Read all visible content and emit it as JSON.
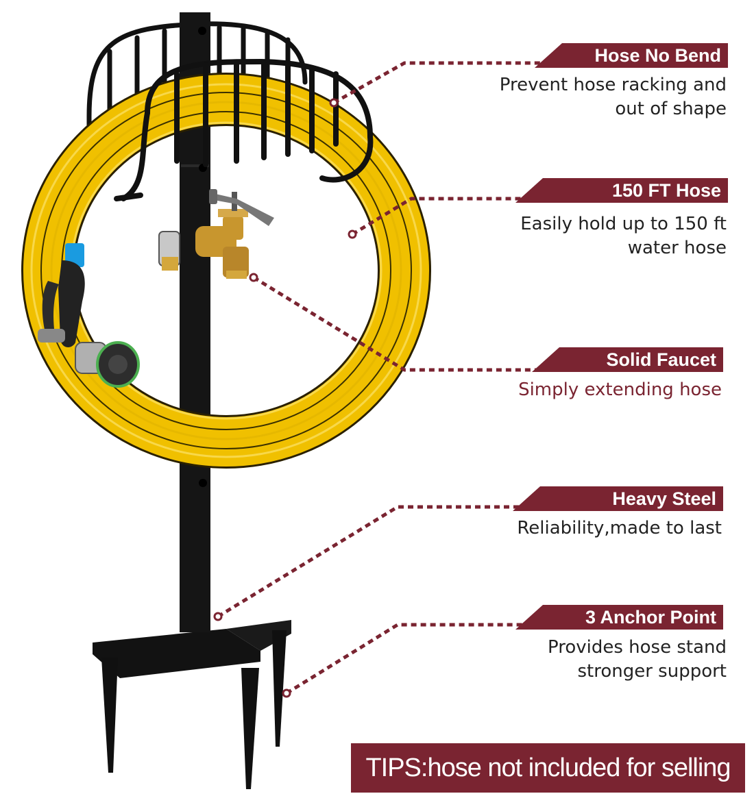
{
  "features": [
    {
      "title": "Hose No Bend",
      "description": "Prevent hose racking and\nout of shape"
    },
    {
      "title": "150 FT Hose",
      "description": "Easily hold up to 150 ft\nwater hose"
    },
    {
      "title": "Solid Faucet",
      "description": "Simply extending hose"
    },
    {
      "title": "Heavy Steel",
      "description": "Reliability,made to last"
    },
    {
      "title": "3 Anchor Point",
      "description": "Provides hose stand\nstronger support"
    }
  ],
  "tips": "TIPS:hose not included for selling",
  "colors": {
    "accent": "#7a2431",
    "hose": "#f0c000",
    "steel": "#111111",
    "brass": "#c8962e"
  }
}
